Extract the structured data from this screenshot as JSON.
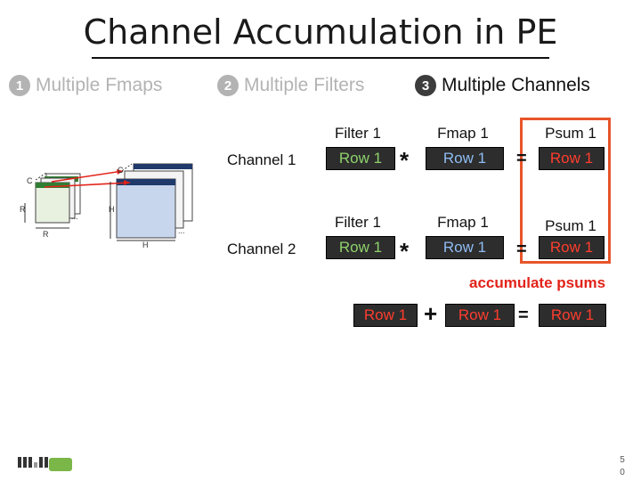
{
  "title": "Channel Accumulation in PE",
  "steps": [
    {
      "num": "1",
      "label": "Multiple Fmaps"
    },
    {
      "num": "2",
      "label": "Multiple Filters"
    },
    {
      "num": "3",
      "label": "Multiple Channels"
    }
  ],
  "diagram_labels": {
    "c": "C",
    "r": "R",
    "h": "H",
    "dots": "..."
  },
  "headers": {
    "filter": "Filter 1",
    "fmap": "Fmap 1",
    "psum": "Psum 1"
  },
  "channels": [
    {
      "label": "Channel 1",
      "filter_row": "Row 1",
      "fmap_row": "Row 1",
      "psum_row": "Row 1",
      "op": "*",
      "eq": "="
    },
    {
      "label": "Channel 2",
      "filter_row": "Row 1",
      "fmap_row": "Row 1",
      "psum_row": "Row 1",
      "op": "*",
      "eq": "="
    }
  ],
  "accumulate": {
    "label": "accumulate psums",
    "left_row": "Row 1",
    "plus": "+",
    "mid_row": "Row 1",
    "eq": "=",
    "result_row": "Row 1"
  },
  "page_number": {
    "line1": "5",
    "line2": "0"
  },
  "colors": {
    "filter_text": "#8ed16c",
    "fmap_text": "#8fbcf2",
    "psum_text": "#ff3d2e",
    "highlight": "#e8552a"
  }
}
